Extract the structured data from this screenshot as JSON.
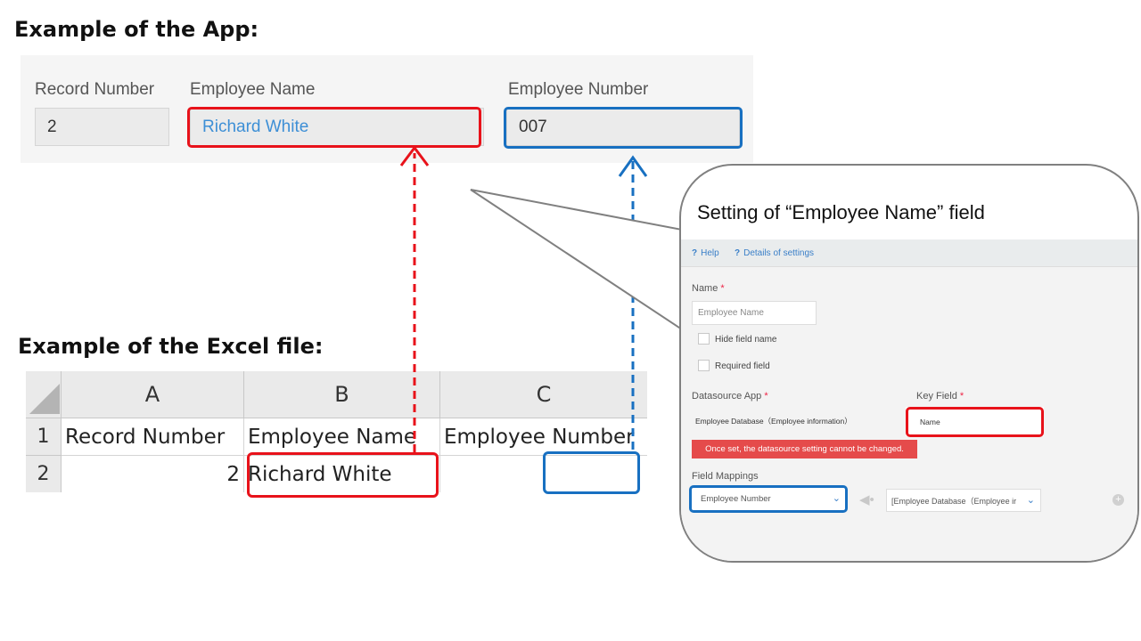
{
  "app_example": {
    "heading": "Example of the App:",
    "fields": [
      {
        "label": "Record Number",
        "value": "2"
      },
      {
        "label": "Employee Name",
        "value": "Richard White"
      },
      {
        "label": "Employee Number",
        "value": "007"
      }
    ]
  },
  "excel_example": {
    "heading": "Example of the Excel file:",
    "columns": [
      "A",
      "B",
      "C"
    ],
    "rows": [
      {
        "num": "1",
        "cells": [
          "Record Number",
          "Employee Name",
          "Employee Number"
        ]
      },
      {
        "num": "2",
        "cells": [
          "2",
          "Richard White",
          ""
        ]
      }
    ]
  },
  "callout": {
    "title": "Setting of “Employee Name” field",
    "help_link": "Help",
    "details_link": "Details of settings",
    "name_label": "Name",
    "name_value": "Employee Name",
    "hide_field_name": "Hide field name",
    "required_field": "Required field",
    "datasource_label": "Datasource App",
    "datasource_value": "Employee Database（Employee information）",
    "key_field_label": "Key Field",
    "key_field_value": "Name",
    "warning": "Once set, the datasource setting cannot be changed.",
    "field_mappings_label": "Field Mappings",
    "mapping_target": "Employee Number",
    "mapping_source": "[Employee Database（Employee ir",
    "required_mark": "*"
  },
  "colors": {
    "red": "#e8121a",
    "blue": "#1870c1",
    "warning_bg": "#e54b4b"
  }
}
